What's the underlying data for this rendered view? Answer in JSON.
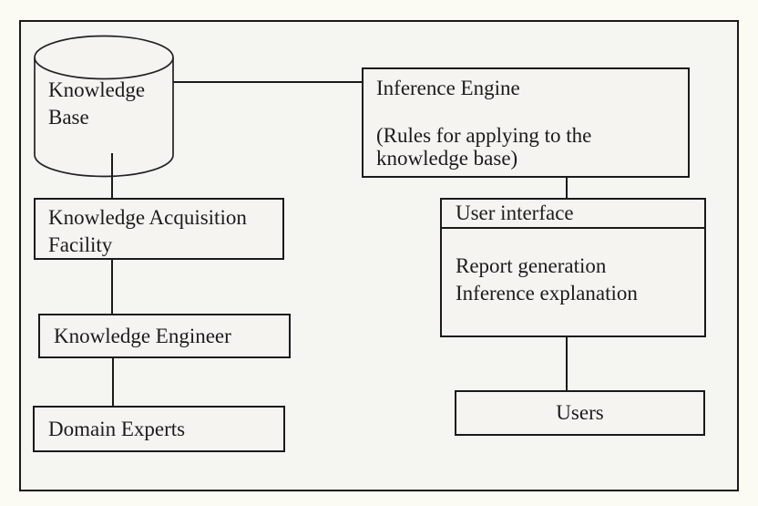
{
  "diagram": {
    "title_hint": "Expert system architecture diagram",
    "knowledge_base": {
      "line1": "Knowledge",
      "line2": "Base"
    },
    "inference_engine": {
      "title": "Inference Engine",
      "sub1": "(Rules for applying to the",
      "sub2": "knowledge base)"
    },
    "knowledge_acquisition_facility": {
      "line1": "Knowledge Acquisition",
      "line2": "Facility"
    },
    "knowledge_engineer": {
      "label": "Knowledge Engineer"
    },
    "domain_experts": {
      "label": "Domain Experts"
    },
    "user_interface": {
      "header": "User interface",
      "body1": "Report generation",
      "body2": "Inference explanation"
    },
    "users": {
      "label": "Users"
    }
  },
  "colors": {
    "frame_border": "#1a1a1a",
    "box_border": "#1a1a1a",
    "connector_line": "#1a1a1a",
    "text": "#1c1c1c",
    "outer_background": "#fbfaf3",
    "inner_background": "#f5f5f1"
  }
}
